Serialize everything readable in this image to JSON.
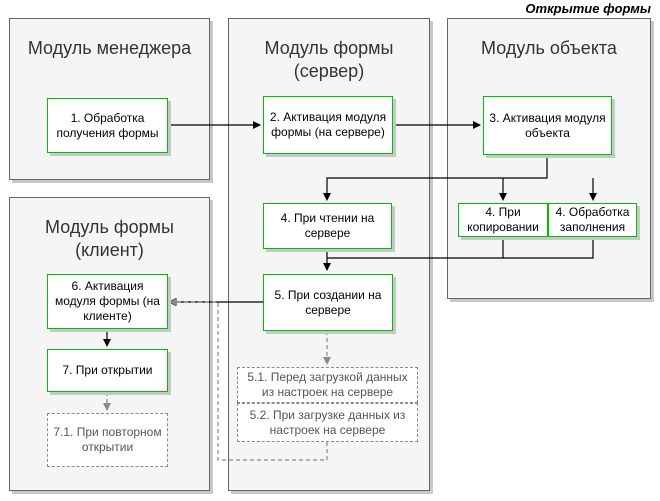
{
  "diagram": {
    "title": "Открытие формы",
    "panels": {
      "manager": "Модуль менеджера",
      "form_server": "Модуль формы\n(сервер)",
      "object": "Модуль объекта",
      "form_client": "Модуль формы\n(клиент)"
    },
    "nodes": {
      "n1": "1. Обработка получения формы",
      "n2": "2. Активация модуля формы (на сервере)",
      "n3": "3. Активация модуля объекта",
      "n4a": "4. При копировании",
      "n4b": "4. Обработка заполнения",
      "n4c": "4. При чтении на сервере",
      "n5": "5. При создании на сервере",
      "n51": "5.1. Перед загрузкой данных из настроек на сервере",
      "n52": "5.2. При загрузке данных из настроек на сервере",
      "n6": "6. Активация модуля формы (на клиенте)",
      "n7": "7. При открытии",
      "n71": "7.1. При повторном открытии"
    },
    "colors": {
      "node_border": "#00c000",
      "panel_fill": "#f5f5f5",
      "panel_border": "#666666",
      "connector": "#000000",
      "optional_connector": "#8a8a8a"
    }
  }
}
